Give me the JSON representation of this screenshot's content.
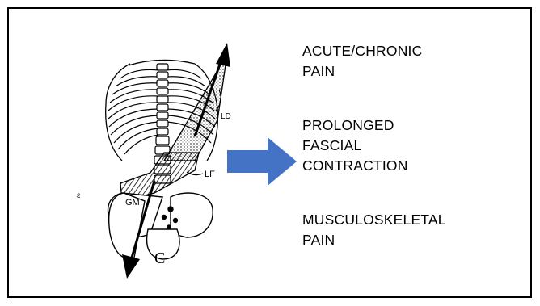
{
  "slide": {
    "lines": [
      "ACUTE/CHRONIC\nPAIN",
      "PROLONGED\nFASCIAL\nCONTRACTION",
      "MUSCULOSKELETAL\nPAIN"
    ]
  },
  "figure": {
    "labels": {
      "ld": "LD",
      "lf": "LF",
      "gm": "GM",
      "c": "C",
      "stray": "ε"
    }
  },
  "colors": {
    "arrow": "#4472C4",
    "ink": "#000000"
  }
}
